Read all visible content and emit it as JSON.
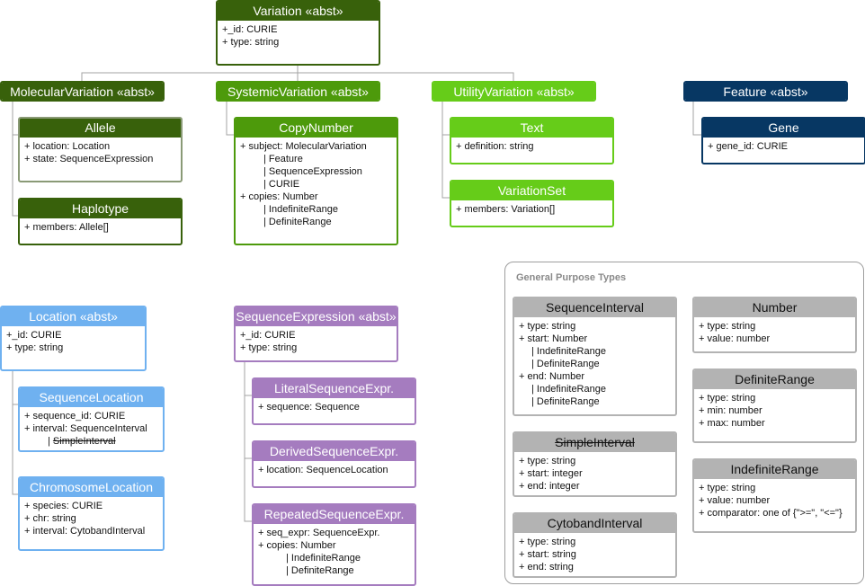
{
  "variation": {
    "title": "Variation «abst»",
    "lines": [
      "+_id: CURIE",
      "+ type: string"
    ]
  },
  "molecular_variation": {
    "title": "MolecularVariation «abst»"
  },
  "systemic_variation": {
    "title": "SystemicVariation «abst»"
  },
  "utility_variation": {
    "title": "UtilityVariation «abst»"
  },
  "feature": {
    "title": "Feature «abst»"
  },
  "allele": {
    "title": "Allele",
    "lines": [
      "+ location: Location",
      "+ state: SequenceExpression"
    ]
  },
  "haplotype": {
    "title": "Haplotype",
    "lines": [
      "+ members: Allele[]"
    ]
  },
  "copy_number": {
    "title": "CopyNumber",
    "lines": [
      "+ subject: MolecularVariation",
      "| Feature",
      "| SequenceExpression",
      "| CURIE",
      "+ copies: Number",
      "| IndefiniteRange",
      "| DefiniteRange"
    ]
  },
  "text": {
    "title": "Text",
    "lines": [
      "+ definition: string"
    ]
  },
  "variation_set": {
    "title": "VariationSet",
    "lines": [
      "+ members: Variation[]"
    ]
  },
  "gene": {
    "title": "Gene",
    "lines": [
      "+ gene_id: CURIE"
    ]
  },
  "location": {
    "title": "Location «abst»",
    "lines": [
      "+_id: CURIE",
      "+ type: string"
    ]
  },
  "sequence_location": {
    "title": "SequenceLocation",
    "lines": [
      "+ sequence_id: CURIE",
      "+ interval: SequenceInterval",
      "| ",
      "SimpleInterval"
    ]
  },
  "chromosome_location": {
    "title": "ChromosomeLocation",
    "lines": [
      "+ species: CURIE",
      "+ chr: string",
      "+ interval: CytobandInterval"
    ]
  },
  "sequence_expression": {
    "title": "SequenceExpression «abst»",
    "lines": [
      "+_id: CURIE",
      "+ type: string"
    ]
  },
  "literal_sequence_expr": {
    "title": "LiteralSequenceExpr.",
    "lines": [
      "+ sequence: Sequence"
    ]
  },
  "derived_sequence_expr": {
    "title": "DerivedSequenceExpr.",
    "lines": [
      "+ location: SequenceLocation"
    ]
  },
  "repeated_sequence_expr": {
    "title": "RepeatedSequenceExpr.",
    "lines": [
      "+ seq_expr: SequenceExpr.",
      "+ copies: Number",
      "| IndefiniteRange",
      "| DefiniteRange"
    ]
  },
  "general_purpose_types": {
    "title": "General Purpose Types"
  },
  "sequence_interval": {
    "title": "SequenceInterval",
    "lines": [
      "+ type: string",
      "+ start: Number",
      "| IndefiniteRange",
      "| DefiniteRange",
      "+ end: Number",
      "| IndefiniteRange",
      "| DefiniteRange"
    ]
  },
  "simple_interval": {
    "title": "SimpleInterval",
    "lines": [
      "+ type: string",
      "+ start: integer",
      "+ end: integer"
    ]
  },
  "cytoband_interval": {
    "title": "CytobandInterval",
    "lines": [
      "+ type: string",
      "+ start: string",
      "+ end: string"
    ]
  },
  "number": {
    "title": "Number",
    "lines": [
      "+ type: string",
      "+ value: number"
    ]
  },
  "definite_range": {
    "title": "DefiniteRange",
    "lines": [
      "+ type: string",
      "+ min: number",
      "+ max: number"
    ]
  },
  "indefinite_range": {
    "title": "IndefiniteRange",
    "lines": [
      "+ type: string",
      "+ value: number",
      "+ comparator: one of {\">=\", \"<=\"}"
    ]
  },
  "colors": {
    "molecular_dark_green": "#38610b",
    "systemic_green": "#4d9a0b",
    "utility_lime": "#66cc19",
    "feature_navy": "#073763",
    "location_blue": "#6fb1f0",
    "sequence_expression_purple": "#a57cbf",
    "general_gray": "#b3b3b3"
  }
}
